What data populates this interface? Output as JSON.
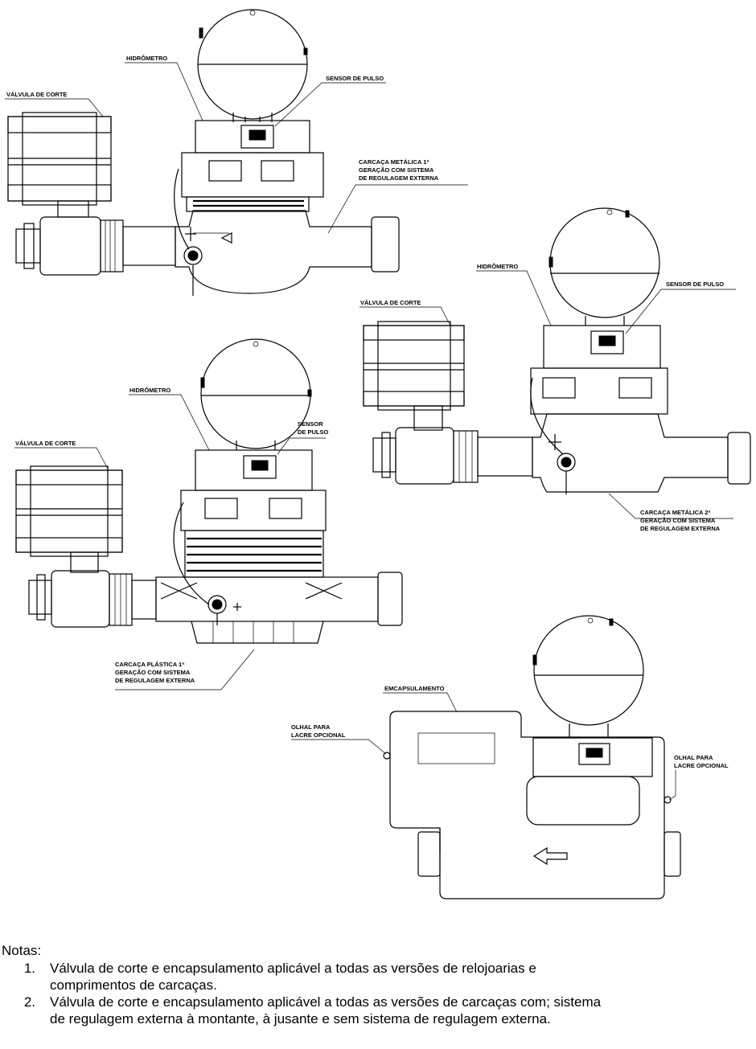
{
  "labels": {
    "a_hidrometro": "HIDRÔMETRO",
    "a_valvula": "VÁLVULA DE CORTE",
    "a_sensor": "SENSOR DE PULSO",
    "a_carcaca_1": "CARCAÇA METÁLICA 1ª",
    "a_carcaca_2": "GERAÇÃO COM SISTEMA",
    "a_carcaca_3": "DE REGULAGEM EXTERNA",
    "b_hidrometro": "HIDRÔMETRO",
    "b_valvula": "VÁLVULA DE CORTE",
    "b_sensor": "SENSOR DE PULSO",
    "b_carcaca_1": "CARCAÇA METÁLICA 2ª",
    "b_carcaca_2": "GERAÇÃO COM SISTEMA",
    "b_carcaca_3": "DE REGULAGEM EXTERNA",
    "c_hidrometro": "HIDRÔMETRO",
    "c_valvula": "VÁLVULA DE CORTE",
    "c_sensor_1": "SENSOR",
    "c_sensor_2": "DE PULSO",
    "c_carcaca_1": "CARCAÇA PLÁSTICA 1ª",
    "c_carcaca_2": "GERAÇÃO COM SISTEMA",
    "c_carcaca_3": "DE REGULAGEM EXTERNA",
    "d_encapsulamento": "EMCAPSULAMENTO",
    "d_olhal_left_1": "OLHAL PARA",
    "d_olhal_left_2": "LACRE OPCIONAL",
    "d_olhal_right_1": "OLHAL PARA",
    "d_olhal_right_2": "LACRE OPCIONAL"
  },
  "notes": {
    "title": "Notas:",
    "items": [
      {
        "number": "1.",
        "line1": "Válvula de corte e encapsulamento aplicável a todas as versões de relojoarias e",
        "line2": "comprimentos de carcaças."
      },
      {
        "number": "2.",
        "line1": "Válvula de corte e encapsulamento aplicável a todas as versões de carcaças com; sistema",
        "line2": "de regulagem externa à montante, à jusante e sem sistema de regulagem externa."
      }
    ]
  }
}
